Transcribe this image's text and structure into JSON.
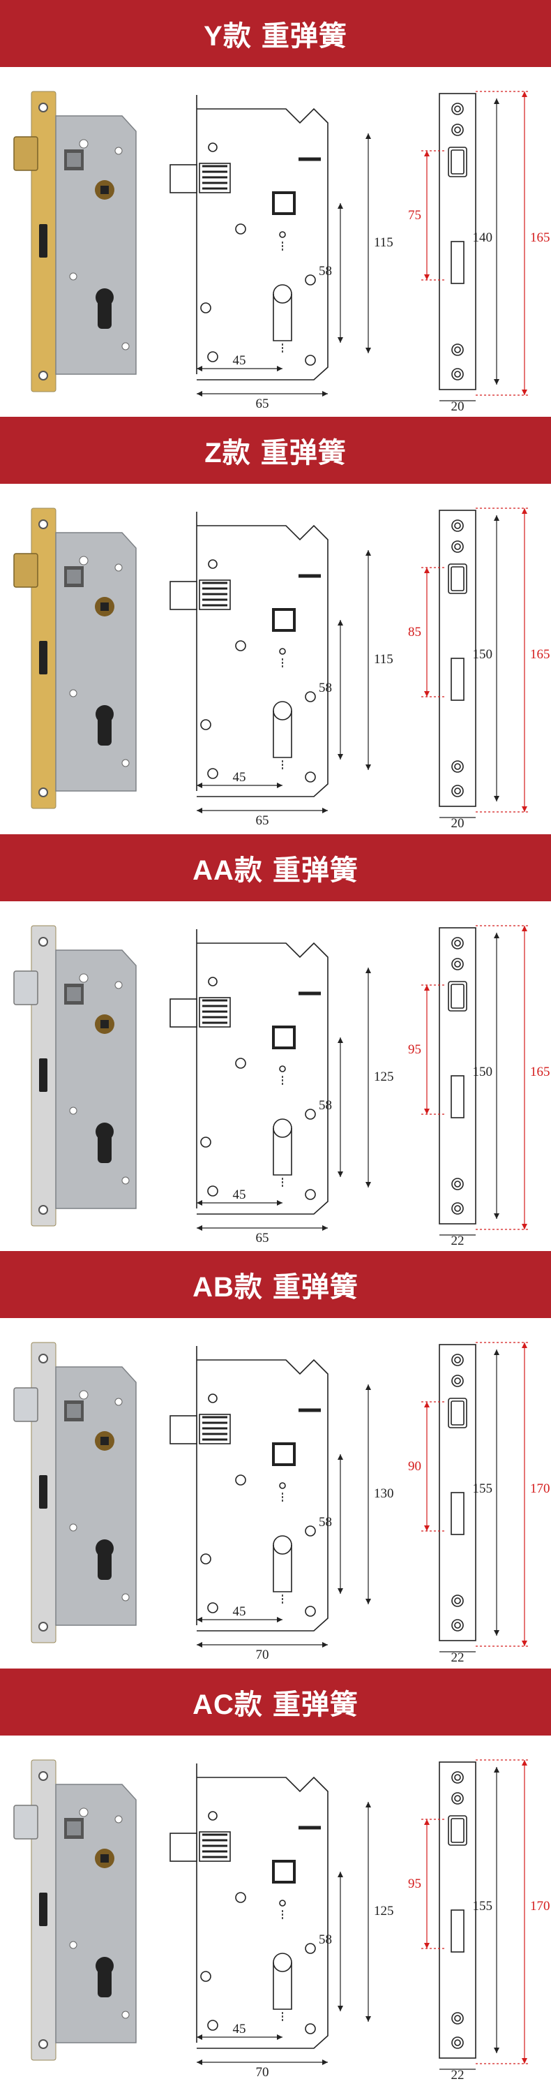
{
  "sections": [
    {
      "model": "Y款",
      "spring": "重弹簧",
      "finish": "gold",
      "dims": {
        "backset": "45",
        "body_width": "65",
        "cyl_spacing": "58",
        "body_height": "115",
        "plate_height": "140",
        "plate_total": "165",
        "latch_gap": "75",
        "plate_width": "20"
      }
    },
    {
      "model": "Z款",
      "spring": "重弹簧",
      "finish": "gold",
      "dims": {
        "backset": "45",
        "body_width": "65",
        "cyl_spacing": "58",
        "body_height": "115",
        "plate_height": "150",
        "plate_total": "165",
        "latch_gap": "85",
        "plate_width": "20"
      }
    },
    {
      "model": "AA款",
      "spring": "重弹簧",
      "finish": "silver",
      "dims": {
        "backset": "45",
        "body_width": "65",
        "cyl_spacing": "58",
        "body_height": "125",
        "plate_height": "150",
        "plate_total": "165",
        "latch_gap": "95",
        "plate_width": "22"
      }
    },
    {
      "model": "AB款",
      "spring": "重弹簧",
      "finish": "silver",
      "dims": {
        "backset": "45",
        "body_width": "70",
        "cyl_spacing": "58",
        "body_height": "130",
        "plate_height": "155",
        "plate_total": "170",
        "latch_gap": "90",
        "plate_width": "22"
      }
    },
    {
      "model": "AC款",
      "spring": "重弹簧",
      "finish": "silver",
      "dims": {
        "backset": "45",
        "body_width": "70",
        "cyl_spacing": "58",
        "body_height": "125",
        "plate_height": "155",
        "plate_total": "170",
        "latch_gap": "95",
        "plate_width": "22"
      }
    }
  ],
  "colors": {
    "header_bg": "#b3222a",
    "header_text": "#ffffff",
    "dim_red": "#d41c1c",
    "gold": "#d9b35a",
    "silver": "#d6d6d6",
    "lock_body": "#b9bcc0"
  }
}
